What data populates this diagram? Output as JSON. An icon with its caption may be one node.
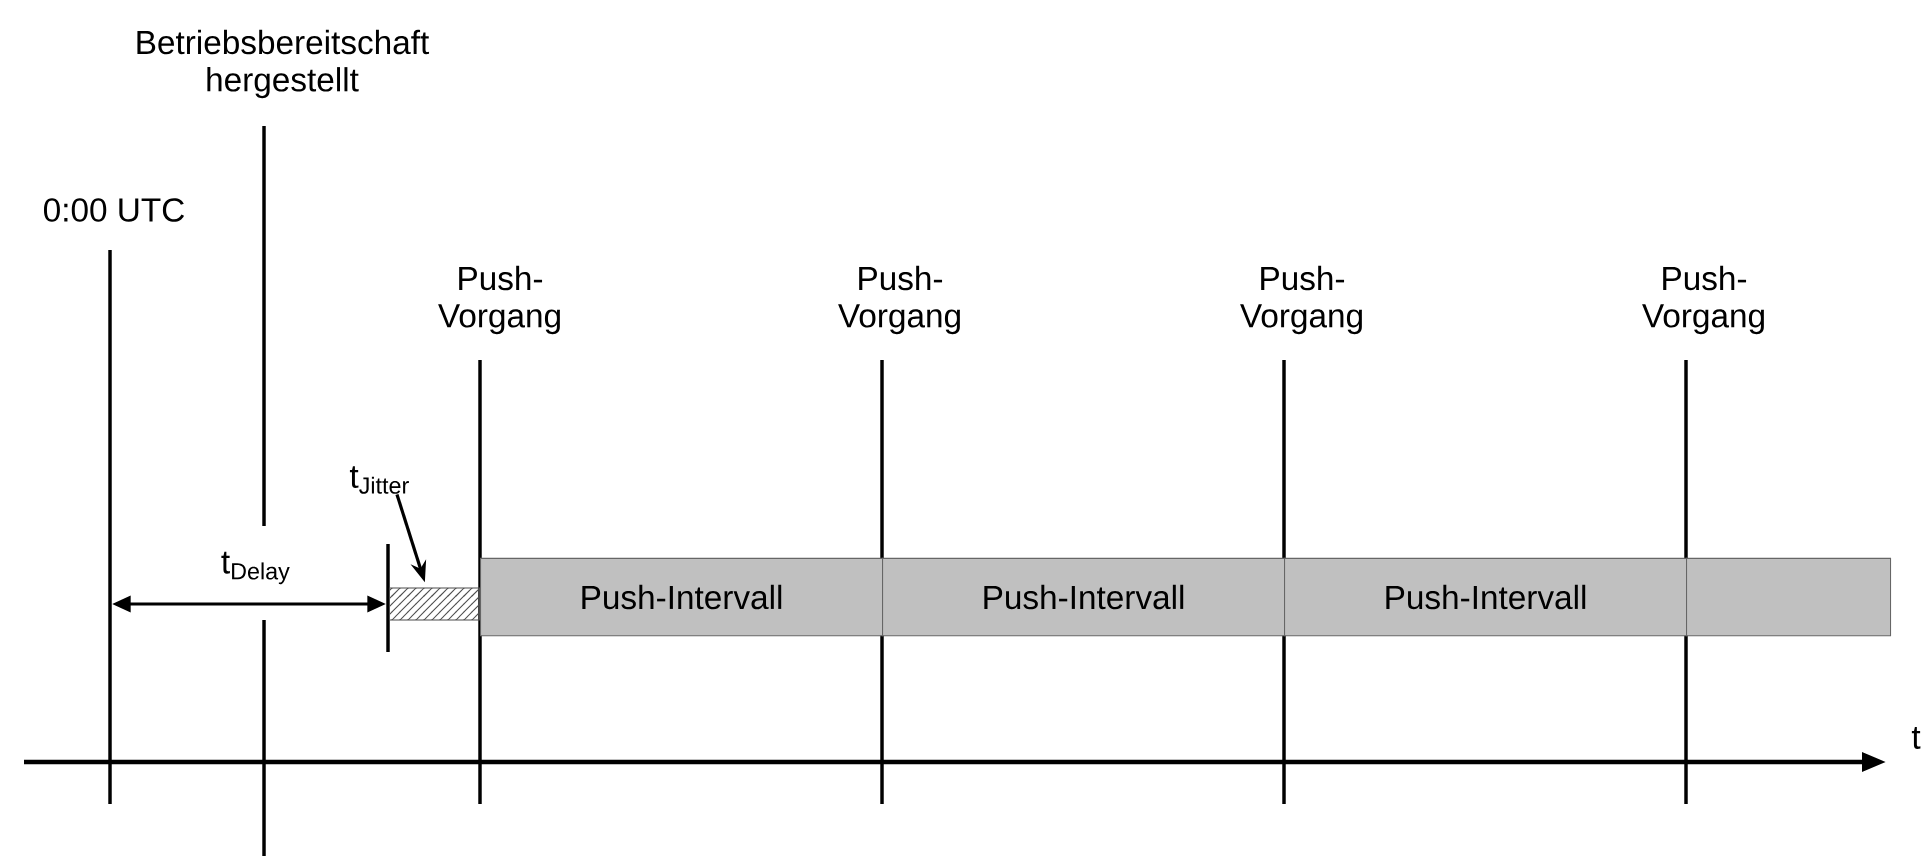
{
  "diagram": {
    "nodes": [
      {
        "text": [
          "t$_{Jitter}$"
        ]
      },
      {
        "text": [],
        "shape": "box"
      },
      {
        "text": [
          "Push-Intervall"
        ]
      },
      {
        "text": [
          "Push-Intervall"
        ]
      },
      {
        "text": [
          "Push-Intervall"
        ]
      },
      {
        "text": [],
        "shape": "box"
      }
    ],
    "edges": [
      {
        "from": 0,
        "to": 1,
        "arrow": "to"
      }
    ],
    "labels": [
      "Betriebsbereitschaft hergestellt",
      "0:00 UTC",
      "Push-Vorgang",
      "Push-Vorgang",
      "Push-Vorgang",
      "Push-Vorgang",
      "t$_{Delay}$",
      "t"
    ]
  }
}
